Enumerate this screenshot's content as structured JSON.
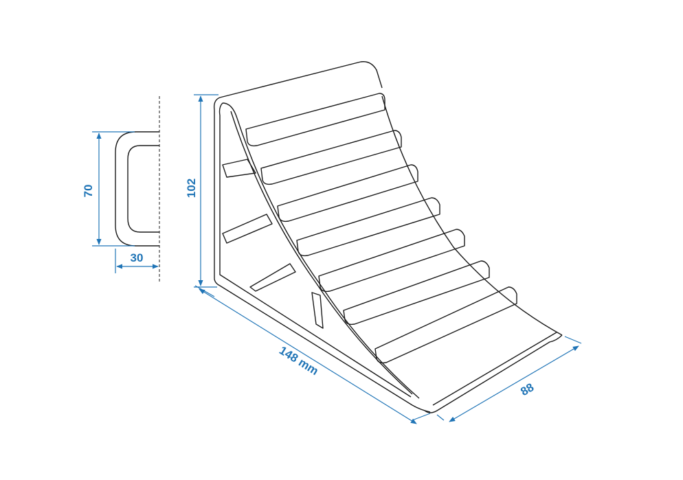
{
  "colors": {
    "outline": "#1a1a1a",
    "dimension": "#1f74b6",
    "background": "#ffffff"
  },
  "dimensions": {
    "height_profile": "70",
    "width_profile": "30",
    "height_chock": "102",
    "length": "148 mm",
    "width": "88"
  }
}
